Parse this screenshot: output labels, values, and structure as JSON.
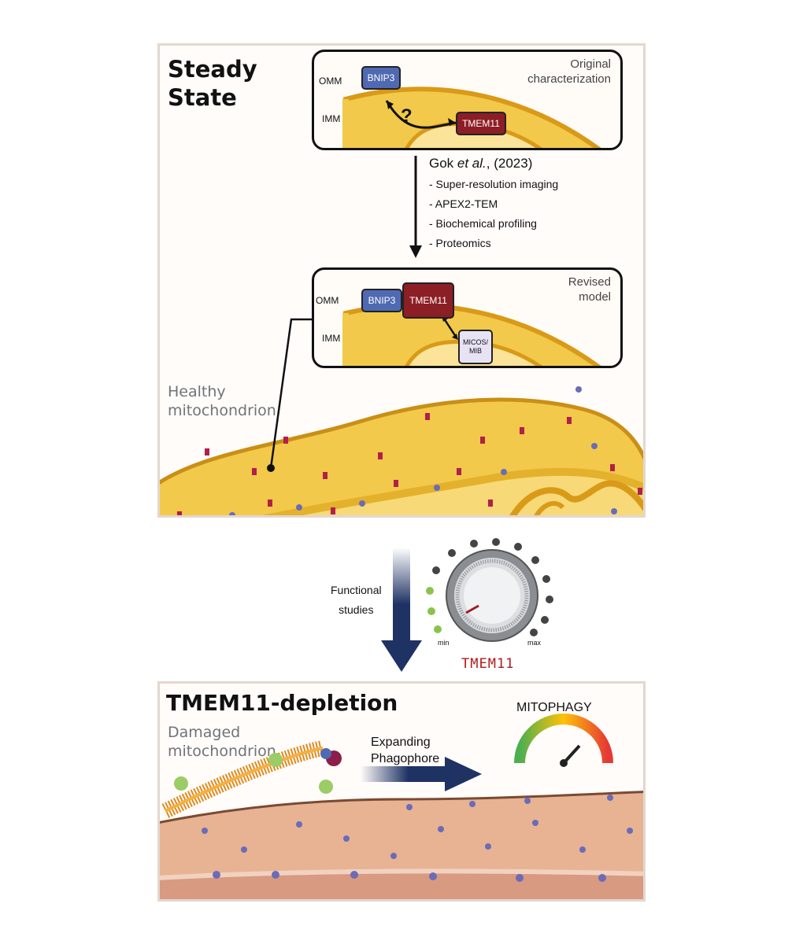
{
  "steady_state": {
    "title_line1": "Steady",
    "title_line2": "State",
    "original": {
      "caption_line1": "Original",
      "caption_line2": "characterization",
      "omm": "OMM",
      "imm": "IMM",
      "bnip3": "BNIP3",
      "tmem11": "TMEM11",
      "question": "?"
    },
    "methods": {
      "ref_author": "Gok ",
      "ref_etal": "et al.",
      "ref_year": ", (2023)",
      "items": [
        "- Super-resolution imaging",
        "- APEX2-TEM",
        "- Biochemical profiling",
        "- Proteomics"
      ]
    },
    "revised": {
      "caption_line1": "Revised",
      "caption_line2": "model",
      "omm": "OMM",
      "imm": "IMM",
      "bnip3": "BNIP3",
      "tmem11": "TMEM11",
      "micos_line1": "MICOS/",
      "micos_line2": "MIB"
    },
    "healthy_line1": "Healthy",
    "healthy_line2": "mitochondrion"
  },
  "functional": {
    "label_line1": "Functional",
    "label_line2": "studies",
    "knob_min": "min",
    "knob_max": "max",
    "knob_label": "TMEM11"
  },
  "depletion": {
    "title": "TMEM11-depletion",
    "damaged_line1": "Damaged",
    "damaged_line2": "mitochondrion",
    "phagophore_line1": "Expanding",
    "phagophore_line2": "Phagophore",
    "gauge_label": "MITOPHAGY"
  },
  "colors": {
    "bnip3": "#4f6ab2",
    "tmem11": "#8c1e25",
    "arrow_navy": "#1f3264",
    "healthy_mito": "#f2c94a",
    "damaged_mito": "#e7b392",
    "knob_text": "#b11a1a"
  }
}
